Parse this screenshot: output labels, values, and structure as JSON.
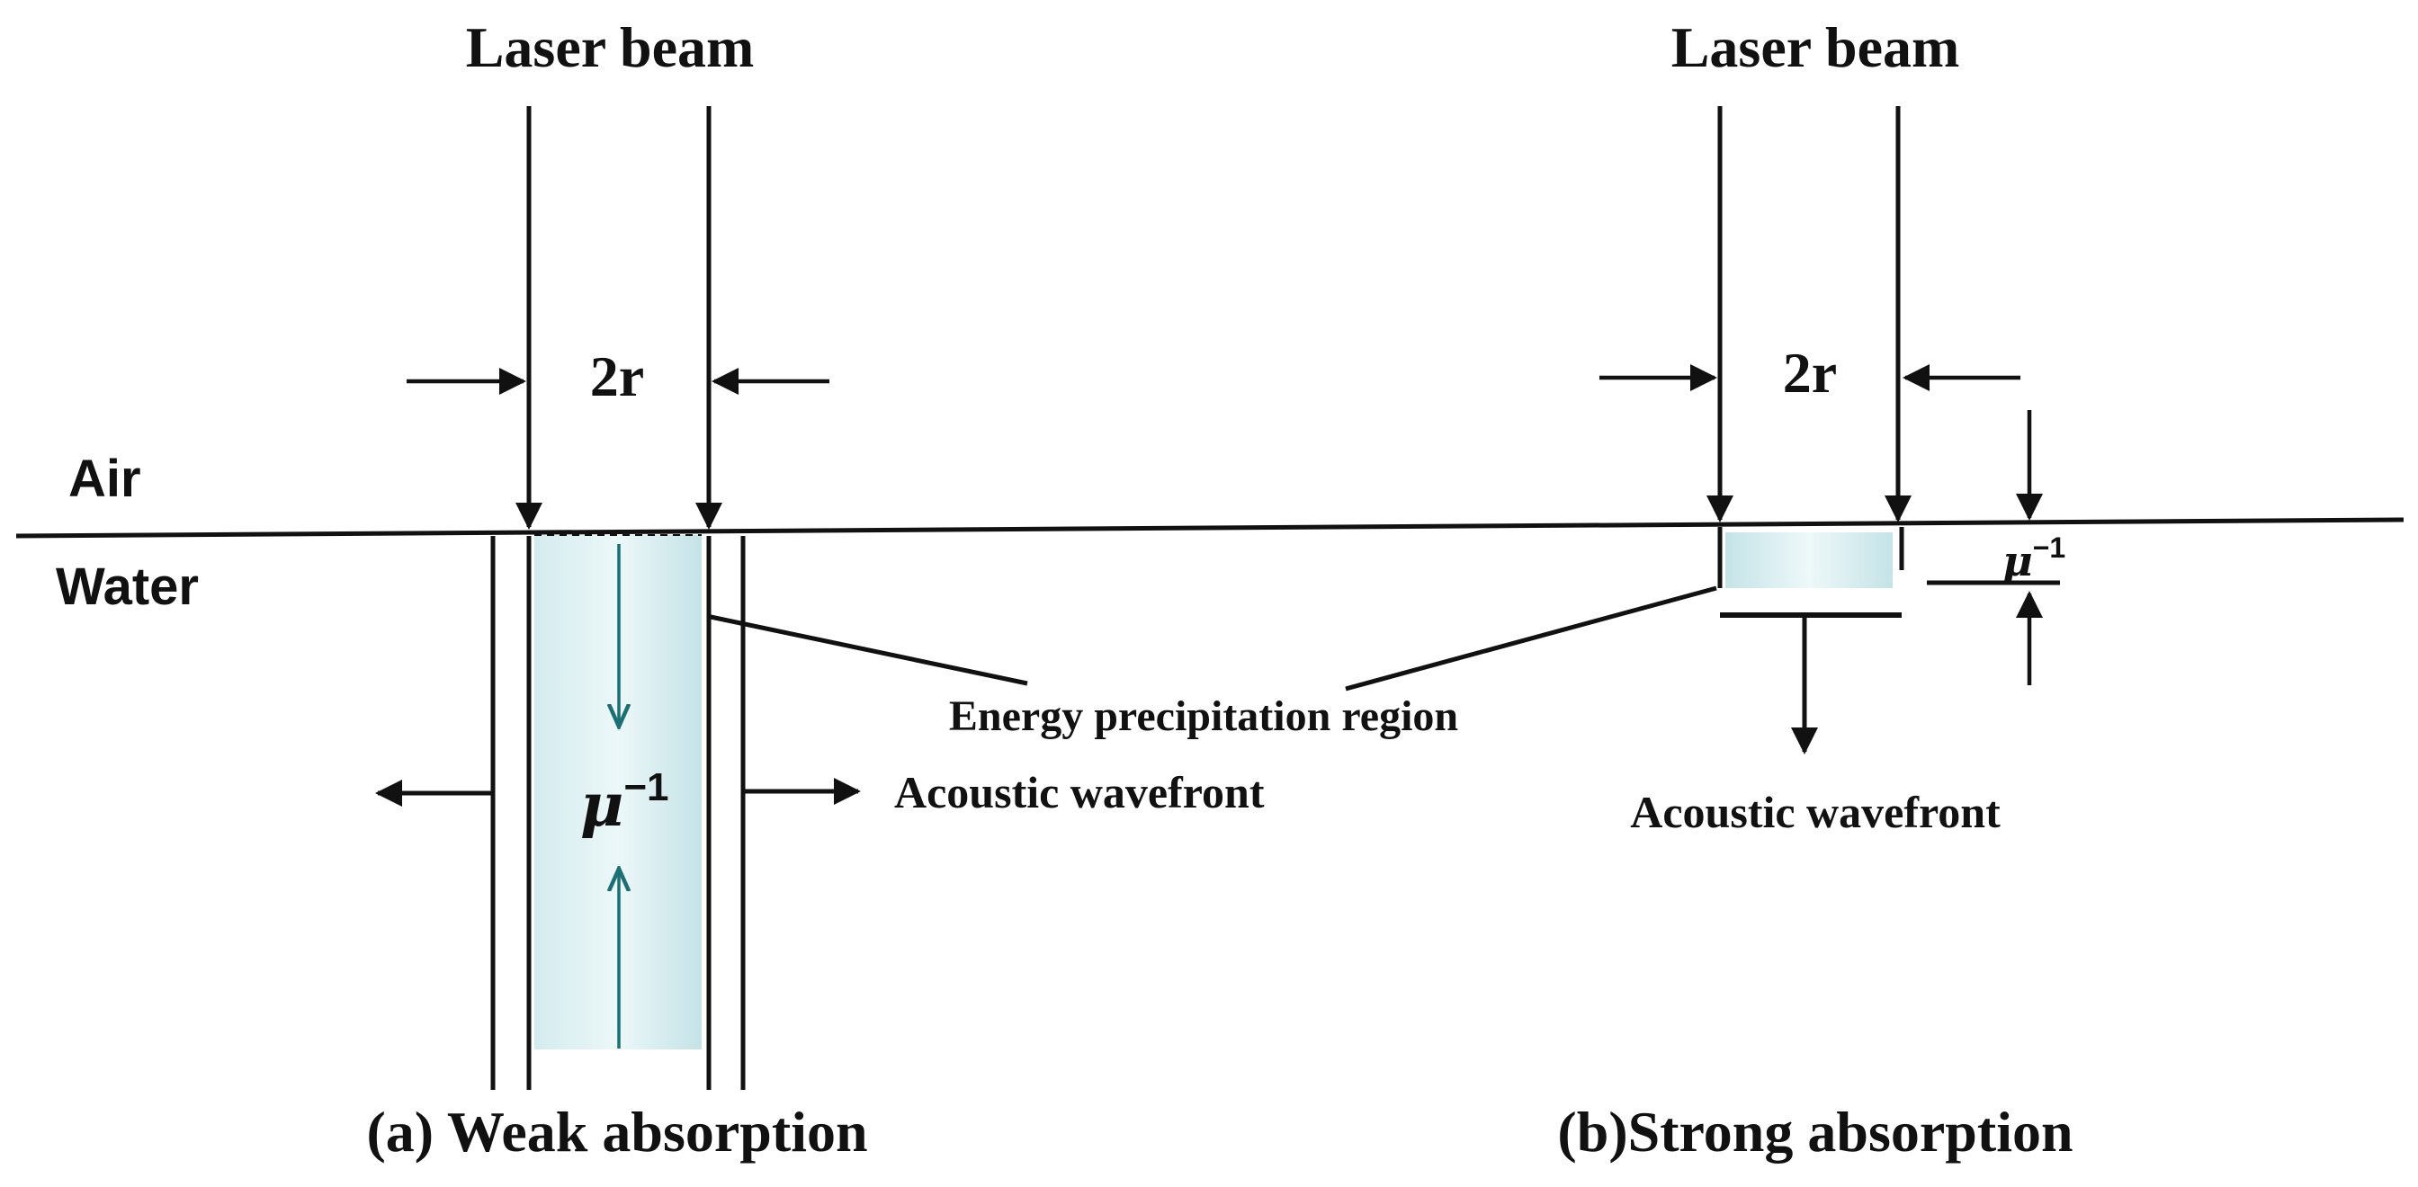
{
  "colors": {
    "ink": "#111111",
    "region_fill": "#c7e6ea",
    "region_fill_light": "#e6f4f6",
    "teal_arrow": "#1c6f74"
  },
  "media": {
    "air": "Air",
    "water": "Water"
  },
  "panel_a": {
    "beam_label": "Laser beam",
    "radius_label": "2r",
    "depth_label_base": "μ",
    "depth_label_exp": "−1",
    "wavefront_label": "Acoustic wavefront",
    "caption": "(a) Weak absorption"
  },
  "panel_b": {
    "beam_label": "Laser beam",
    "radius_label": "2r",
    "depth_label_base": "μ",
    "depth_label_exp": "−1",
    "wavefront_label": "Acoustic wavefront",
    "caption": "(b)Strong absorption"
  },
  "shared": {
    "region_label": "Energy precipitation region"
  }
}
